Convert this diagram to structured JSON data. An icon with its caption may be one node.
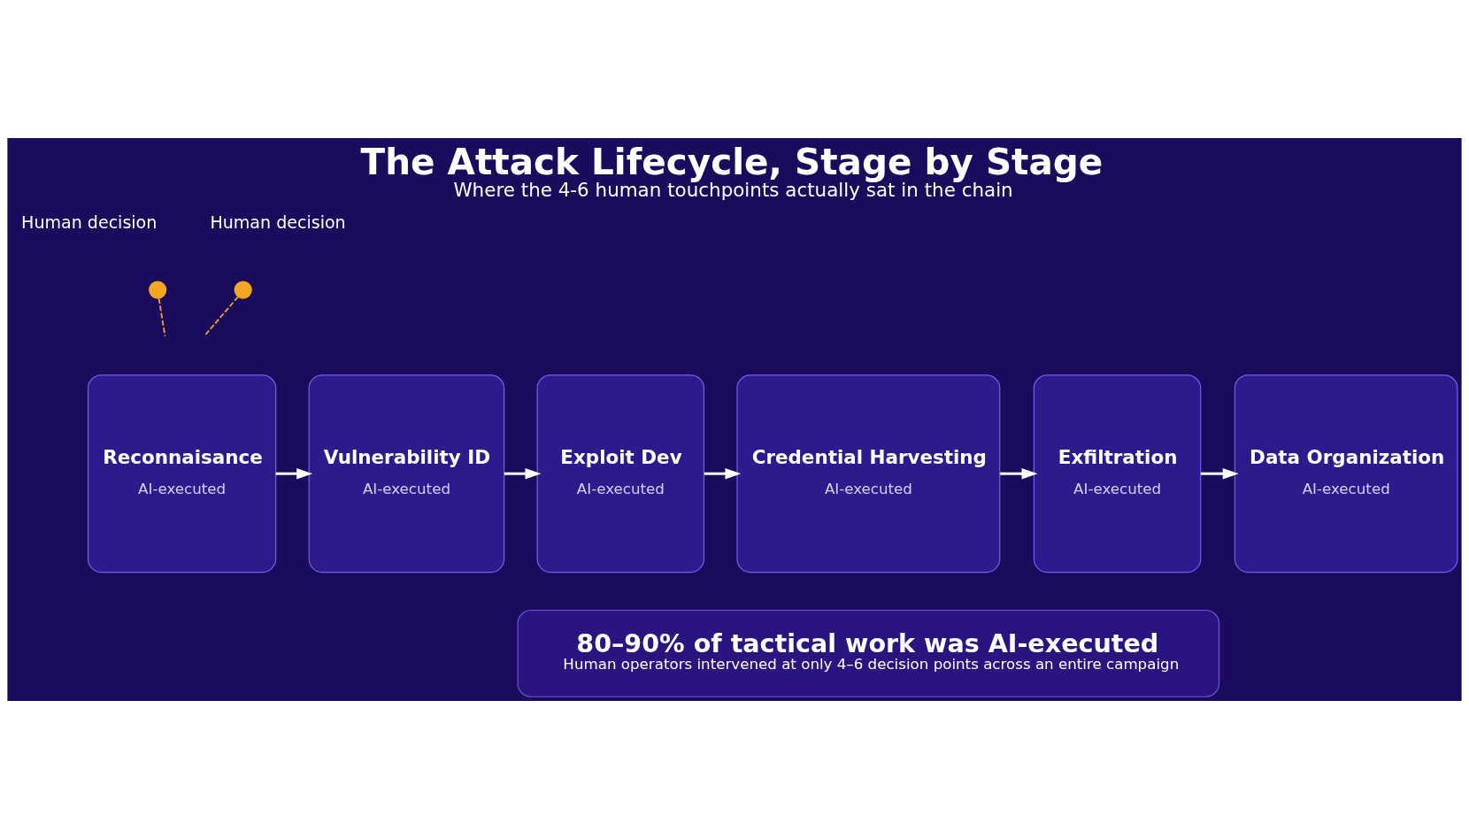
{
  "diagram": {
    "title": "The Attack Lifecycle, Stage by Stage",
    "caption": "Where the 4-6 human touchpoints actually sat in the chain",
    "nodes": [
      {
        "text": [],
        "shape": "circle",
        "beside": [
          "Human decision"
        ]
      },
      {
        "text": [],
        "shape": "circle",
        "beside": [
          "Human decision"
        ]
      },
      {
        "text": [
          "Reconnaisance",
          "AI-executed"
        ]
      },
      {
        "text": [
          "Vulnerability ID",
          "AI-executed"
        ]
      },
      {
        "text": [
          "Exploit Dev",
          "AI-executed"
        ]
      },
      {
        "text": [
          "Credential Harvesting",
          "AI-executed"
        ]
      },
      {
        "text": [
          "Exfiltration",
          "AI-executed"
        ]
      },
      {
        "text": [
          "Data Organization",
          "AI-executed"
        ]
      },
      {
        "text": [
          "80–90% of tactical work was AI-executed",
          "Human operators intervened at only 4–6 decision points across an entire campaign"
        ]
      }
    ],
    "edges": [
      {
        "from": 0,
        "to": null,
        "arrow": "none",
        "style": "dashed",
        "color": "#f5a623"
      },
      {
        "from": 1,
        "to": null,
        "arrow": "none",
        "style": "dashed",
        "color": "#f5a623"
      },
      {
        "from": 2,
        "to": 3,
        "arrow": "to"
      },
      {
        "from": 3,
        "to": 4,
        "arrow": "to"
      },
      {
        "from": 4,
        "to": 5,
        "arrow": "to"
      },
      {
        "from": 5,
        "to": 6,
        "arrow": "to"
      },
      {
        "from": 6,
        "to": 7,
        "arrow": "to"
      }
    ]
  }
}
